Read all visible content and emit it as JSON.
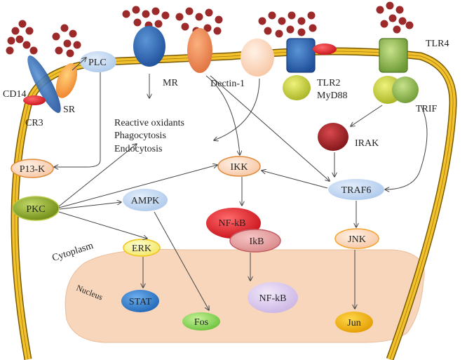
{
  "receptors": {
    "cd14": "CD14",
    "cr3": "CR3",
    "sr": "SR",
    "plc": "PLC",
    "mr": "MR",
    "dectin1": "Dectin-1",
    "tlr2": "TLR2",
    "myd88": "MyD88",
    "tlr4": "TLR4",
    "trif": "TRIF"
  },
  "cytoplasm": {
    "region_label": "Cytoplasm",
    "responses": [
      "Reactive oxidants",
      "Phagocytosis",
      "Endocytosis"
    ],
    "p13k": "P13-K",
    "pkc": "PKC",
    "ampk": "AMPK",
    "erk": "ERK",
    "ikk": "IKK",
    "nfkb": "NF-kB",
    "ikb": "IkB",
    "irak": "IRAK",
    "traf6": "TRAF6",
    "jnk": "JNK"
  },
  "nucleus": {
    "region_label": "Nucleus",
    "stat": "STAT",
    "fos": "Fos",
    "nfkb": "NF-kB",
    "jun": "Jun"
  },
  "colors": {
    "membrane": "#f2c12e",
    "membrane_edge": "#7a5a00",
    "nucleus": "#f7d6bc",
    "ligand": "#9c2a2a"
  }
}
